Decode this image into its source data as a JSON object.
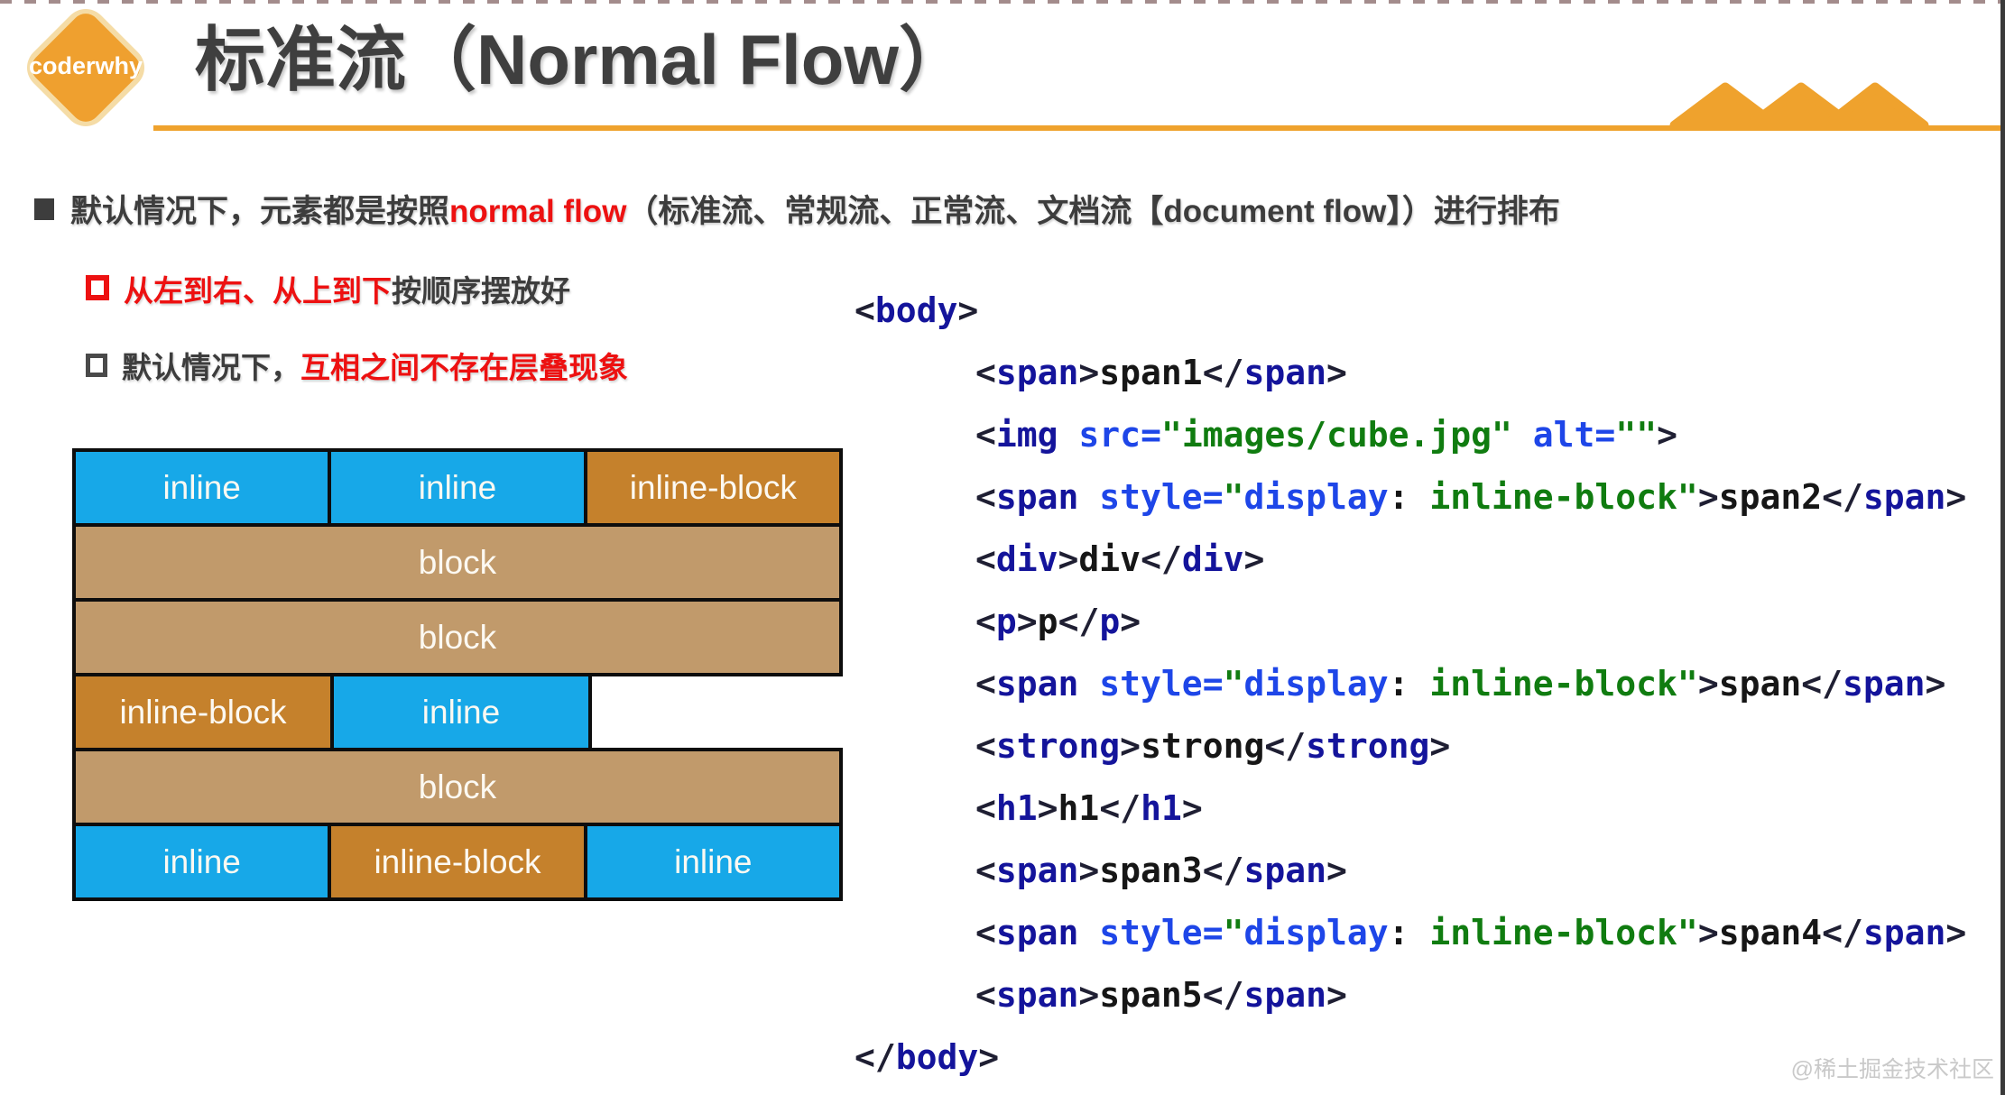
{
  "header": {
    "logo_text": "coderwhy",
    "title": "标准流（Normal Flow）"
  },
  "colors": {
    "accent_orange": "#EFA22D",
    "logo_orange": "#EFA02F",
    "red_text": "#ED1111",
    "dark_text": "#3D3D3D",
    "inline_blue": "#17A8E8",
    "inline_block_orange": "#C5812C",
    "block_tan": "#C19A6B",
    "code_tag_navy": "#14149B",
    "code_attr_blue": "#1E46E8",
    "code_value_green": "#107C10"
  },
  "bullets": {
    "main": {
      "parts": [
        {
          "text": "默认情况下，元素都是按照"
        },
        {
          "text": "normal flow"
        },
        {
          "text": "（标准流、常规流、正常流、文档流【document flow】）进行排布"
        }
      ]
    },
    "sub1": {
      "parts": [
        {
          "text": "从左到右、从上到下"
        },
        {
          "text": "按顺序摆放好"
        }
      ]
    },
    "sub2": {
      "parts": [
        {
          "text": "默认情况下，"
        },
        {
          "text": "互相之间不存在层叠现象"
        }
      ]
    }
  },
  "diagram": {
    "rows": [
      {
        "cells": [
          {
            "label": "inline",
            "type": "inline",
            "span": 1
          },
          {
            "label": "inline",
            "type": "inline",
            "span": 1
          },
          {
            "label": "inline-block",
            "type": "inline_block",
            "span": 1
          }
        ]
      },
      {
        "cells": [
          {
            "label": "block",
            "type": "block",
            "span": 3
          }
        ]
      },
      {
        "cells": [
          {
            "label": "block",
            "type": "block",
            "span": 3
          }
        ]
      },
      {
        "cells": [
          {
            "label": "inline-block",
            "type": "inline_block",
            "span": 1
          },
          {
            "label": "inline",
            "type": "inline",
            "span": 1
          },
          {
            "label": "",
            "type": "empty",
            "span": 1
          }
        ]
      },
      {
        "cells": [
          {
            "label": "block",
            "type": "block",
            "span": 3
          }
        ]
      },
      {
        "cells": [
          {
            "label": "inline",
            "type": "inline",
            "span": 1
          },
          {
            "label": "inline-block",
            "type": "inline_block",
            "span": 1
          },
          {
            "label": "inline",
            "type": "inline",
            "span": 1
          }
        ]
      }
    ]
  },
  "code": {
    "lines": [
      {
        "indent": 0,
        "segments": [
          {
            "t": "<",
            "c": "pun"
          },
          {
            "t": "body",
            "c": "tag"
          },
          {
            "t": ">",
            "c": "pun"
          }
        ]
      },
      {
        "indent": 1,
        "segments": [
          {
            "t": "<",
            "c": "pun"
          },
          {
            "t": "span",
            "c": "tag"
          },
          {
            "t": ">",
            "c": "pun"
          },
          {
            "t": "span1",
            "c": "txt"
          },
          {
            "t": "</",
            "c": "pun"
          },
          {
            "t": "span",
            "c": "tag"
          },
          {
            "t": ">",
            "c": "pun"
          }
        ]
      },
      {
        "indent": 1,
        "segments": [
          {
            "t": "<",
            "c": "pun"
          },
          {
            "t": "img",
            "c": "tag"
          },
          {
            "t": " ",
            "c": "txt"
          },
          {
            "t": "src",
            "c": "attr"
          },
          {
            "t": "=",
            "c": "attr"
          },
          {
            "t": "\"images/cube.jpg\"",
            "c": "val"
          },
          {
            "t": " ",
            "c": "txt"
          },
          {
            "t": "alt",
            "c": "attr"
          },
          {
            "t": "=",
            "c": "attr"
          },
          {
            "t": "\"\"",
            "c": "val"
          },
          {
            "t": ">",
            "c": "pun"
          }
        ]
      },
      {
        "indent": 1,
        "segments": [
          {
            "t": "<",
            "c": "pun"
          },
          {
            "t": "span",
            "c": "tag"
          },
          {
            "t": " ",
            "c": "txt"
          },
          {
            "t": "style",
            "c": "attr"
          },
          {
            "t": "=",
            "c": "attr"
          },
          {
            "t": "\"",
            "c": "val"
          },
          {
            "t": "display",
            "c": "attr"
          },
          {
            "t": ":",
            "c": "txt"
          },
          {
            "t": " inline-block\"",
            "c": "val"
          },
          {
            "t": ">",
            "c": "pun"
          },
          {
            "t": "span2",
            "c": "txt"
          },
          {
            "t": "</",
            "c": "pun"
          },
          {
            "t": "span",
            "c": "tag"
          },
          {
            "t": ">",
            "c": "pun"
          }
        ]
      },
      {
        "indent": 1,
        "segments": [
          {
            "t": "<",
            "c": "pun"
          },
          {
            "t": "div",
            "c": "tag"
          },
          {
            "t": ">",
            "c": "pun"
          },
          {
            "t": "div",
            "c": "txt"
          },
          {
            "t": "</",
            "c": "pun"
          },
          {
            "t": "div",
            "c": "tag"
          },
          {
            "t": ">",
            "c": "pun"
          }
        ]
      },
      {
        "indent": 1,
        "segments": [
          {
            "t": "<",
            "c": "pun"
          },
          {
            "t": "p",
            "c": "tag"
          },
          {
            "t": ">",
            "c": "pun"
          },
          {
            "t": "p",
            "c": "txt"
          },
          {
            "t": "</",
            "c": "pun"
          },
          {
            "t": "p",
            "c": "tag"
          },
          {
            "t": ">",
            "c": "pun"
          }
        ]
      },
      {
        "indent": 1,
        "segments": [
          {
            "t": "<",
            "c": "pun"
          },
          {
            "t": "span",
            "c": "tag"
          },
          {
            "t": " ",
            "c": "txt"
          },
          {
            "t": "style",
            "c": "attr"
          },
          {
            "t": "=",
            "c": "attr"
          },
          {
            "t": "\"",
            "c": "val"
          },
          {
            "t": "display",
            "c": "attr"
          },
          {
            "t": ":",
            "c": "txt"
          },
          {
            "t": " inline-block\"",
            "c": "val"
          },
          {
            "t": ">",
            "c": "pun"
          },
          {
            "t": "span",
            "c": "txt"
          },
          {
            "t": "</",
            "c": "pun"
          },
          {
            "t": "span",
            "c": "tag"
          },
          {
            "t": ">",
            "c": "pun"
          }
        ]
      },
      {
        "indent": 1,
        "segments": [
          {
            "t": "<",
            "c": "pun"
          },
          {
            "t": "strong",
            "c": "tag"
          },
          {
            "t": ">",
            "c": "pun"
          },
          {
            "t": "strong",
            "c": "txt"
          },
          {
            "t": "</",
            "c": "pun"
          },
          {
            "t": "strong",
            "c": "tag"
          },
          {
            "t": ">",
            "c": "pun"
          }
        ]
      },
      {
        "indent": 1,
        "segments": [
          {
            "t": "<",
            "c": "pun"
          },
          {
            "t": "h1",
            "c": "tag"
          },
          {
            "t": ">",
            "c": "pun"
          },
          {
            "t": "h1",
            "c": "txt"
          },
          {
            "t": "</",
            "c": "pun"
          },
          {
            "t": "h1",
            "c": "tag"
          },
          {
            "t": ">",
            "c": "pun"
          }
        ]
      },
      {
        "indent": 1,
        "segments": [
          {
            "t": "<",
            "c": "pun"
          },
          {
            "t": "span",
            "c": "tag"
          },
          {
            "t": ">",
            "c": "pun"
          },
          {
            "t": "span3",
            "c": "txt"
          },
          {
            "t": "</",
            "c": "pun"
          },
          {
            "t": "span",
            "c": "tag"
          },
          {
            "t": ">",
            "c": "pun"
          }
        ]
      },
      {
        "indent": 1,
        "segments": [
          {
            "t": "<",
            "c": "pun"
          },
          {
            "t": "span",
            "c": "tag"
          },
          {
            "t": " ",
            "c": "txt"
          },
          {
            "t": "style",
            "c": "attr"
          },
          {
            "t": "=",
            "c": "attr"
          },
          {
            "t": "\"",
            "c": "val"
          },
          {
            "t": "display",
            "c": "attr"
          },
          {
            "t": ":",
            "c": "txt"
          },
          {
            "t": " inline-block\"",
            "c": "val"
          },
          {
            "t": ">",
            "c": "pun"
          },
          {
            "t": "span4",
            "c": "txt"
          },
          {
            "t": "</",
            "c": "pun"
          },
          {
            "t": "span",
            "c": "tag"
          },
          {
            "t": ">",
            "c": "pun"
          }
        ]
      },
      {
        "indent": 1,
        "segments": [
          {
            "t": "<",
            "c": "pun"
          },
          {
            "t": "span",
            "c": "tag"
          },
          {
            "t": ">",
            "c": "pun"
          },
          {
            "t": "span5",
            "c": "txt"
          },
          {
            "t": "</",
            "c": "pun"
          },
          {
            "t": "span",
            "c": "tag"
          },
          {
            "t": ">",
            "c": "pun"
          }
        ]
      },
      {
        "indent": 0,
        "segments": [
          {
            "t": "</",
            "c": "pun"
          },
          {
            "t": "body",
            "c": "tag"
          },
          {
            "t": ">",
            "c": "pun"
          }
        ]
      }
    ]
  },
  "footer": {
    "watermark": "@稀土掘金技术社区"
  }
}
